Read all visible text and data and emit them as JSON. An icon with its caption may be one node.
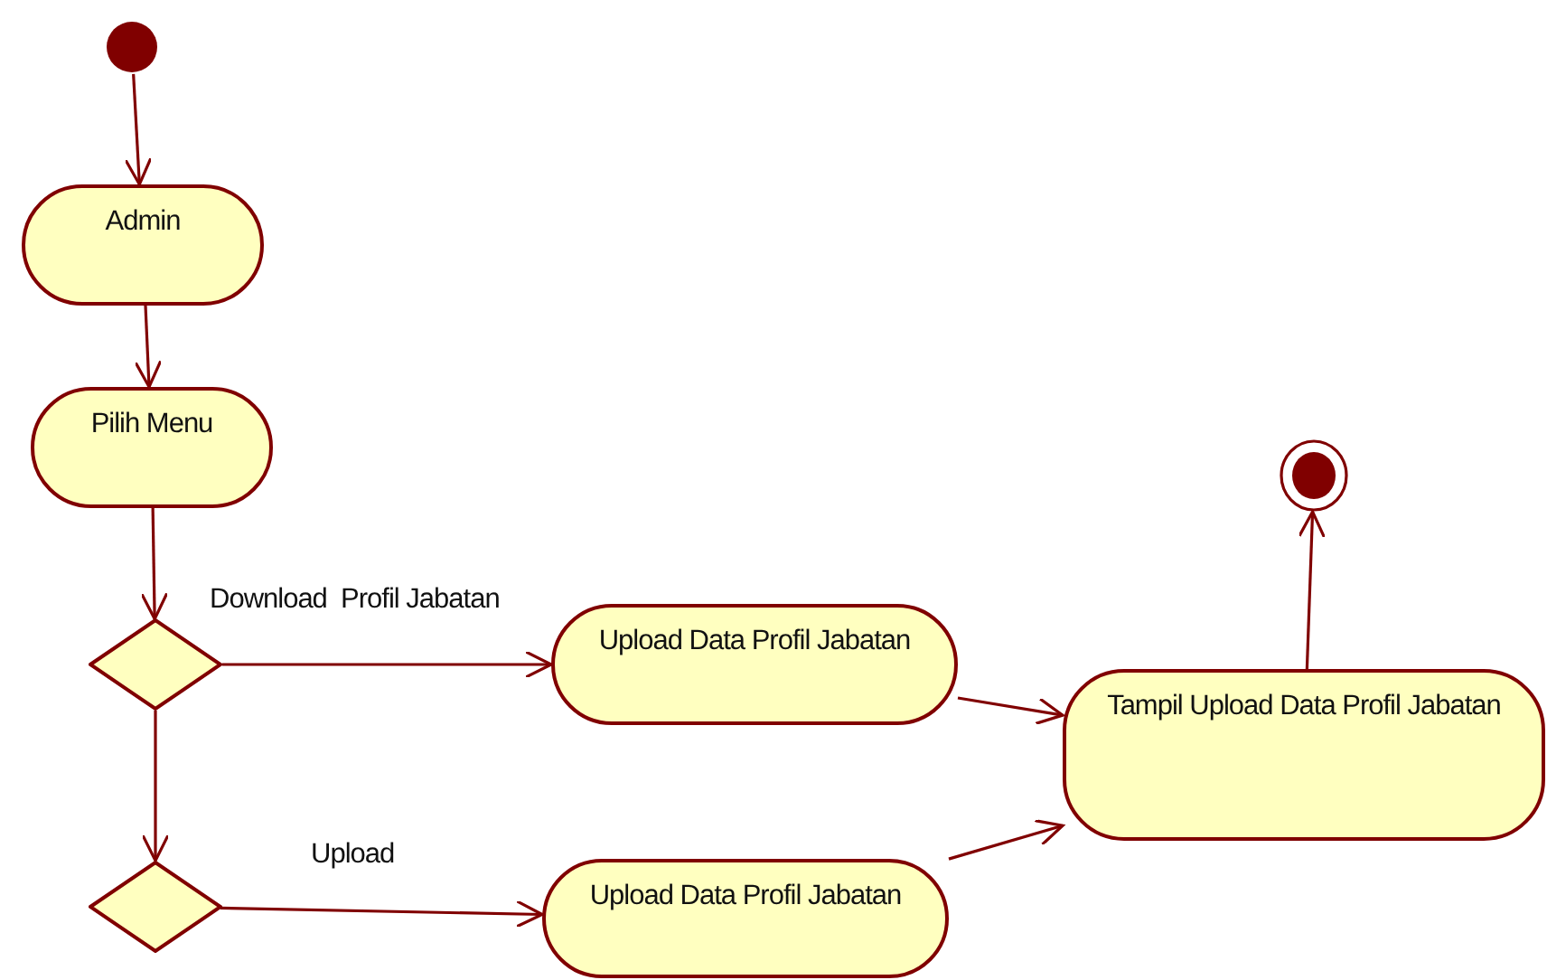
{
  "diagram": {
    "nodes": [
      {
        "text": [],
        "shape": "circle"
      },
      {
        "text": [
          "Admin"
        ]
      },
      {
        "text": [
          "Pilih Menu"
        ]
      },
      {
        "text": [],
        "shape": "diamond"
      },
      {
        "text": [],
        "shape": "diamond"
      },
      {
        "text": [
          "Upload Data Profil Jabatan"
        ]
      },
      {
        "text": [
          "Upload Data Profil Jabatan"
        ]
      },
      {
        "text": [
          "Tampil Upload Data Profil Jabatan"
        ]
      },
      {
        "text": [],
        "shape": "endcircle"
      }
    ],
    "edges": [
      {
        "from": 0,
        "to": 1,
        "arrow": "to"
      },
      {
        "from": 1,
        "to": 2,
        "arrow": "to"
      },
      {
        "from": 2,
        "to": 3,
        "arrow": "to"
      },
      {
        "from": 3,
        "to": 5,
        "arrow": "to",
        "label": "Download  Profil Jabatan"
      },
      {
        "from": 3,
        "to": 4,
        "arrow": "to"
      },
      {
        "from": 4,
        "to": 6,
        "arrow": "to",
        "label": "Upload"
      },
      {
        "from": 5,
        "to": 7,
        "arrow": "to"
      },
      {
        "from": 6,
        "to": 7,
        "arrow": "to"
      },
      {
        "from": 7,
        "to": 8,
        "arrow": "to"
      }
    ]
  }
}
